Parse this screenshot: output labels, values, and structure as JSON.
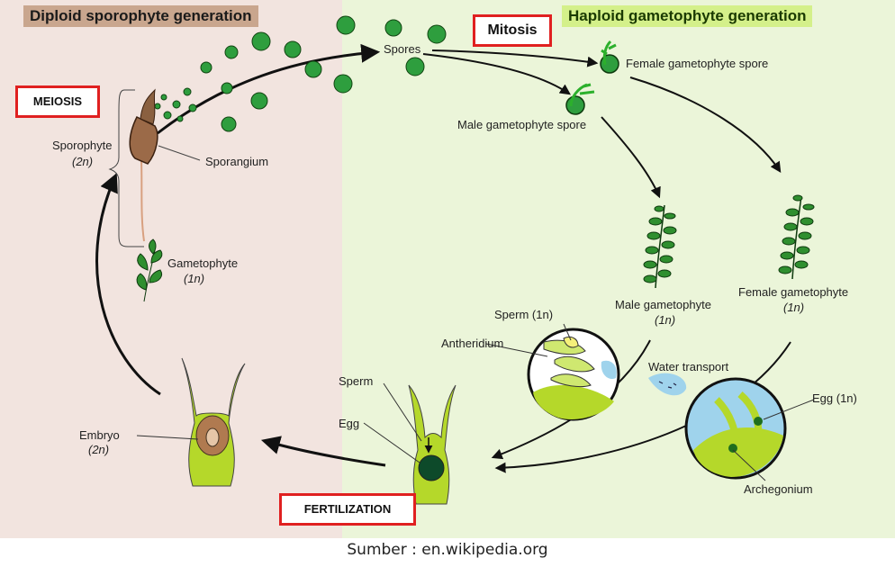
{
  "panels": {
    "diploid_title": "Diploid sporophyte generation",
    "haploid_title": "Haploid gametophyte generation"
  },
  "stages": {
    "meiosis": "MEIOSIS",
    "mitosis": "Mitosis",
    "fertilization": "FERTILIZATION"
  },
  "labels": {
    "spores": "Spores",
    "female_spore": "Female gametophyte spore",
    "male_spore": "Male gametophyte spore",
    "sporophyte": "Sporophyte",
    "sporophyte_ploidy": "(2n)",
    "sporangium": "Sporangium",
    "gametophyte": "Gametophyte",
    "gametophyte_ploidy": "(1n)",
    "male_gametophyte": "Male gametophyte",
    "male_gametophyte_ploidy": "(1n)",
    "female_gametophyte": "Female gametophyte",
    "female_gametophyte_ploidy": "(1n)",
    "sperm_1n": "Sperm (1n)",
    "antheridium": "Antheridium",
    "water_transport": "Water transport",
    "egg_1n": "Egg (1n)",
    "archegonium": "Archegonium",
    "sperm": "Sperm",
    "egg": "Egg",
    "embryo": "Embryo",
    "embryo_ploidy": "(2n)"
  },
  "source": "Sumber : en.wikipedia.org",
  "colors": {
    "diploid_bg": "#f2e4df",
    "haploid_bg": "#ebf5d9",
    "spore_green": "#2e9e3e",
    "leaf_green": "#2f8f2f",
    "tissue_lime": "#b5d82a",
    "water_blue": "#9fd3ec",
    "capsule_brown": "#9b6a48",
    "highlight_box": "#e02020"
  },
  "icons": [
    "spore-dot-icon",
    "moss-plant-icon",
    "sporangium-capsule-icon",
    "antheridium-icon",
    "archegonium-icon",
    "water-droplet-icon",
    "embryo-icon",
    "cycle-arrow-icon"
  ]
}
